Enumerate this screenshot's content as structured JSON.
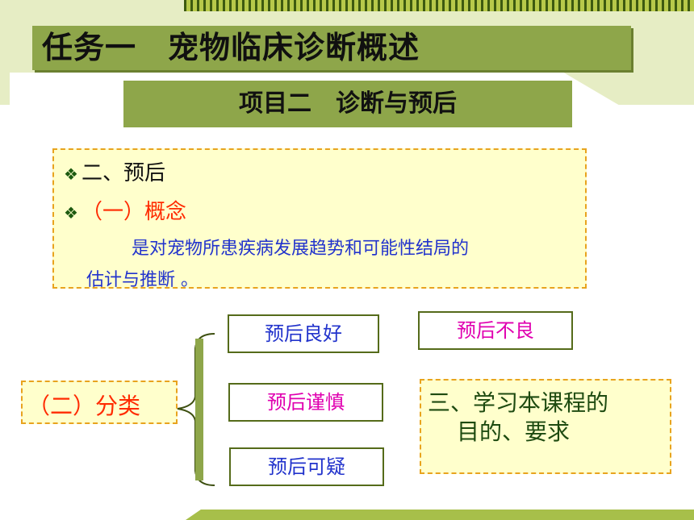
{
  "title": "任务一　宠物临床诊断概述",
  "subtitle": "项目二　诊断与预后",
  "section": {
    "heading": "二、预后",
    "concept_label": "（一）概念",
    "concept_text_line1": "是对宠物所患疾病发展趋势和可能性结局的",
    "concept_text_line2": "估计与推断 。"
  },
  "classification": {
    "label": "（二）分类",
    "items": [
      "预后良好",
      "预后谨慎",
      "预后可疑",
      "预后不良"
    ]
  },
  "section3": {
    "line1": "三、学习本课程的",
    "line2": "目的、要求"
  },
  "colors": {
    "accent_green": "#8ea64a",
    "border_orange": "#e8a31e",
    "fill_yellow": "#ffffcc",
    "text_red": "#ff2a00",
    "text_blue": "#2233cc",
    "text_magenta": "#e000b0",
    "text_dark_green": "#1d4a10"
  }
}
